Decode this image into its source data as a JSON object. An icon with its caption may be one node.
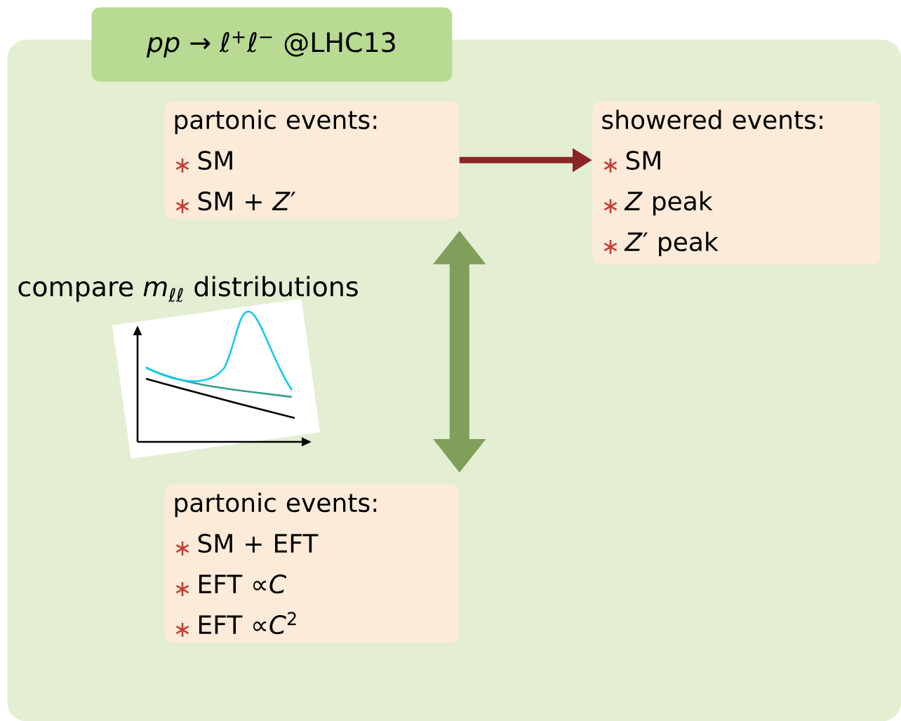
{
  "diagram": {
    "nodes": [
      {
        "text": [],
        "shape": "box"
      },
      {
        "text": [
          "*pp* → ℓ$^{+}$ℓ$^{−}$ @LHC13"
        ]
      },
      {
        "text": [
          "partonic events:",
          "SM",
          "SM + *Z*′"
        ],
        "in": 0
      },
      {
        "text": [
          "showered events:",
          "SM",
          "*Z* peak",
          "*Z*′ peak"
        ],
        "in": 0
      },
      {
        "text": [
          "partonic events:",
          "SM + EFT",
          "EFT ∝*C*",
          "EFT ∝*C*$^{2}$"
        ],
        "in": 0
      }
    ],
    "edges": [
      {
        "from": 2,
        "to": 3,
        "arrow": "to",
        "color": "#8b2525"
      },
      {
        "from": 2,
        "to": 4,
        "arrow": "both",
        "style": "thick",
        "color": "#7f9f5a"
      }
    ],
    "labels": [
      "compare *m*$_{ℓℓ}$ distributions"
    ]
  }
}
